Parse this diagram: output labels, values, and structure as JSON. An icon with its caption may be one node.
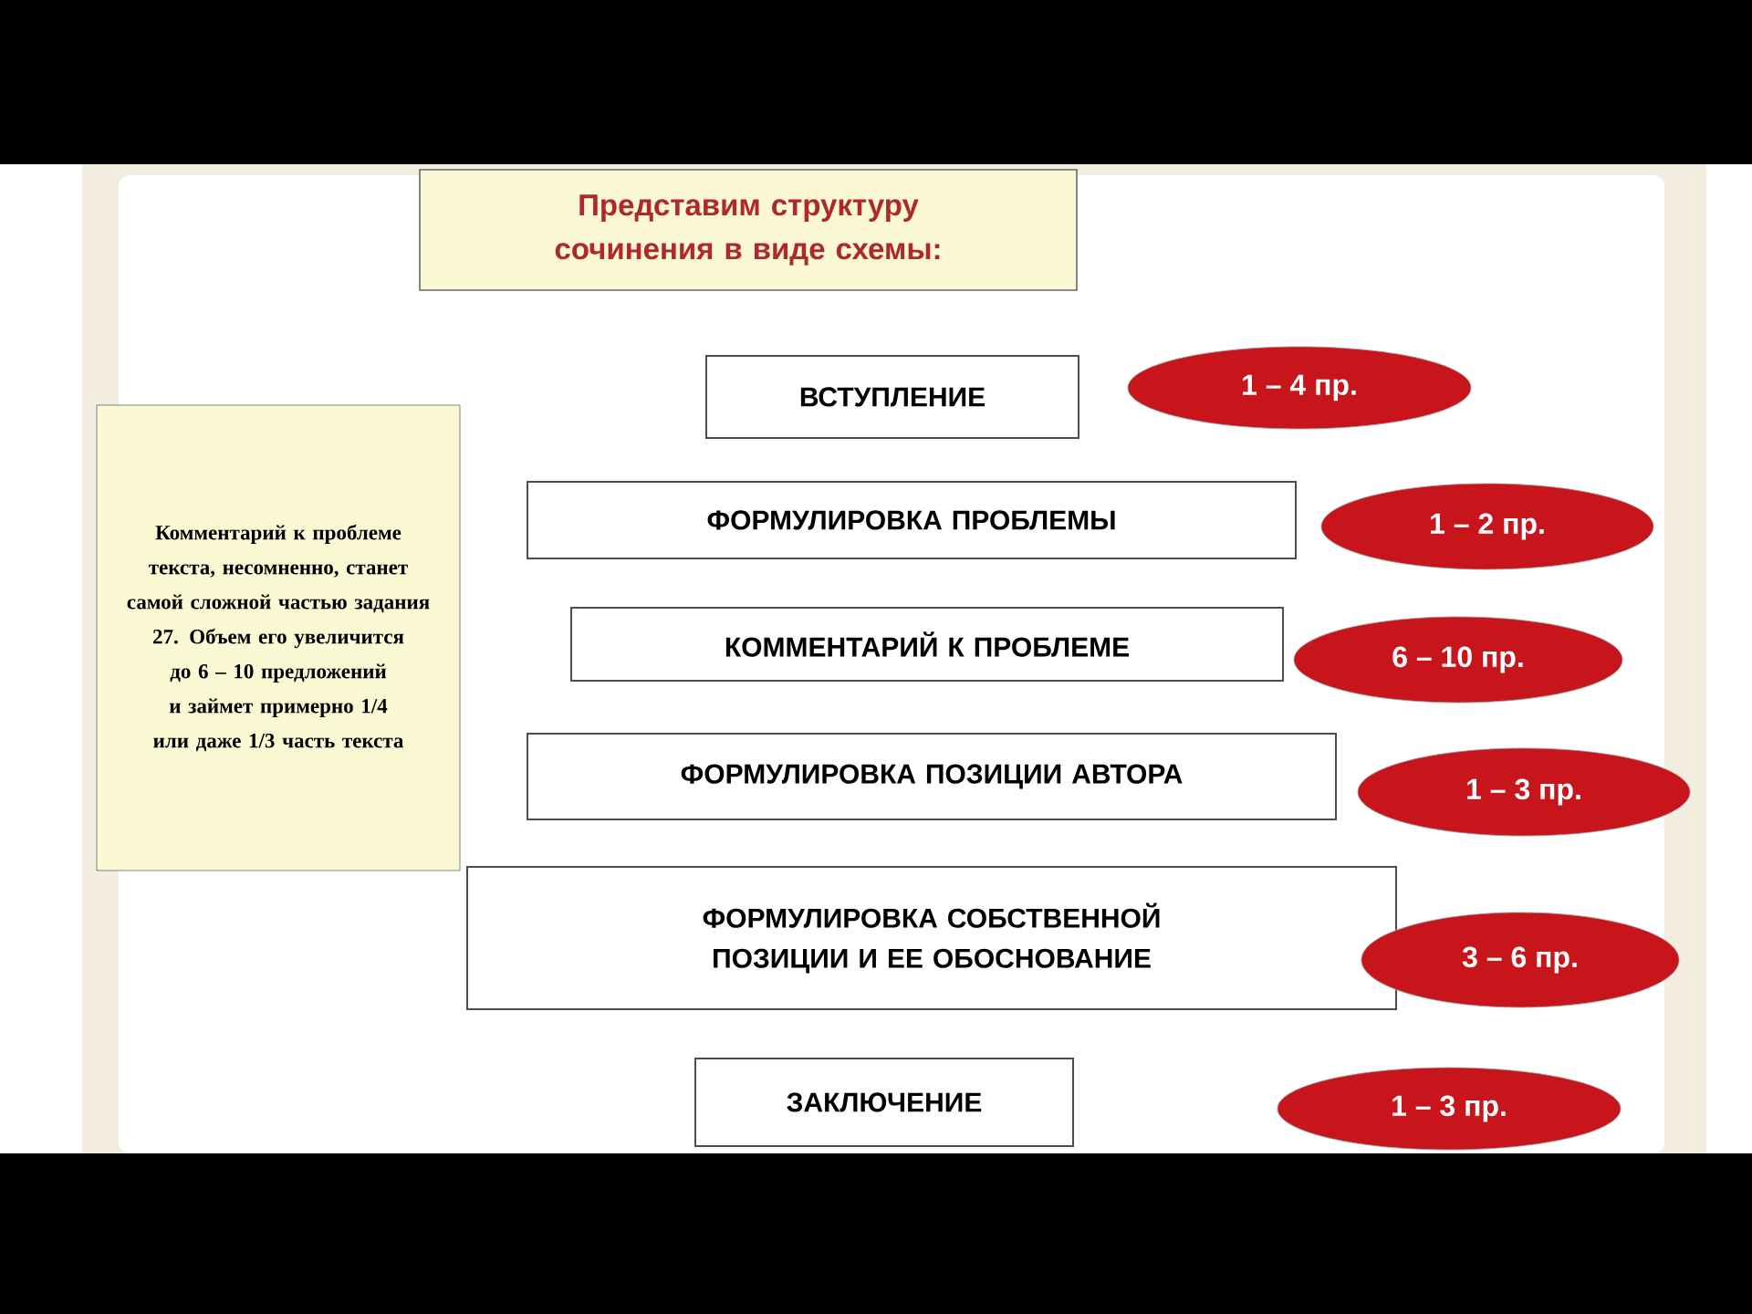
{
  "diagram": {
    "title": "Представим структуру сочинения в виде схемы:",
    "nodes": [
      {
        "text": [
          "Комментарий к проблеме текста, несомненно, станет самой сложной частью задания 27. Объем его увеличится до 6 – 10 предложений и займет примерно 1/4 или даже 1/3 часть текста"
        ]
      },
      {
        "text": [
          "ВСТУПЛЕНИЕ"
        ]
      },
      {
        "text": [
          "1 – 4 пр."
        ]
      },
      {
        "text": [
          "ФОРМУЛИРОВКА ПРОБЛЕМЫ"
        ]
      },
      {
        "text": [
          "1 – 2 пр."
        ]
      },
      {
        "text": [
          "КОММЕНТАРИЙ  К ПРОБЛЕМЕ"
        ]
      },
      {
        "text": [
          "6 – 10 пр."
        ]
      },
      {
        "text": [
          "ФОРМУЛИРОВКА ПОЗИЦИИ АВТОРА"
        ]
      },
      {
        "text": [
          "1 – 3 пр."
        ]
      },
      {
        "text": [
          "ФОРМУЛИРОВКА СОБСТВЕННОЙ ПОЗИЦИИ И ЕЕ ОБОСНОВАНИЕ"
        ]
      },
      {
        "text": [
          "3 – 6 пр."
        ]
      },
      {
        "text": [
          "ЗАКЛЮЧЕНИЕ"
        ]
      },
      {
        "text": [
          "1 – 3 пр."
        ]
      }
    ]
  }
}
